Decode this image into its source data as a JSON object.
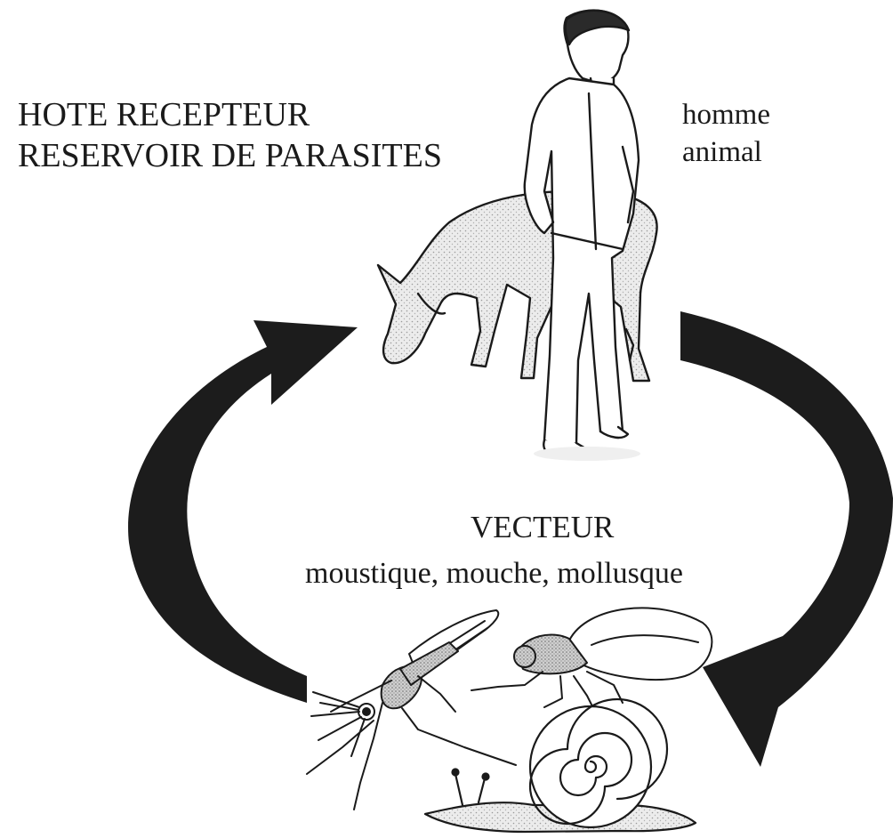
{
  "host": {
    "title_line1": "HOTE RECEPTEUR",
    "title_line2": "RESERVOIR DE PARASITES",
    "example_line1": "homme",
    "example_line2": "animal"
  },
  "vector": {
    "title": "VECTEUR",
    "examples": "moustique, mouche, mollusque"
  },
  "style": {
    "ink_color": "#1a1a1a",
    "shading_color": "#d7d7d7",
    "background_color": "#ffffff"
  },
  "icons": [
    "man-illustration",
    "cow-illustration",
    "mosquito-illustration",
    "fly-illustration",
    "snail-illustration",
    "cycle-arrow-left-up",
    "cycle-arrow-right-down"
  ]
}
